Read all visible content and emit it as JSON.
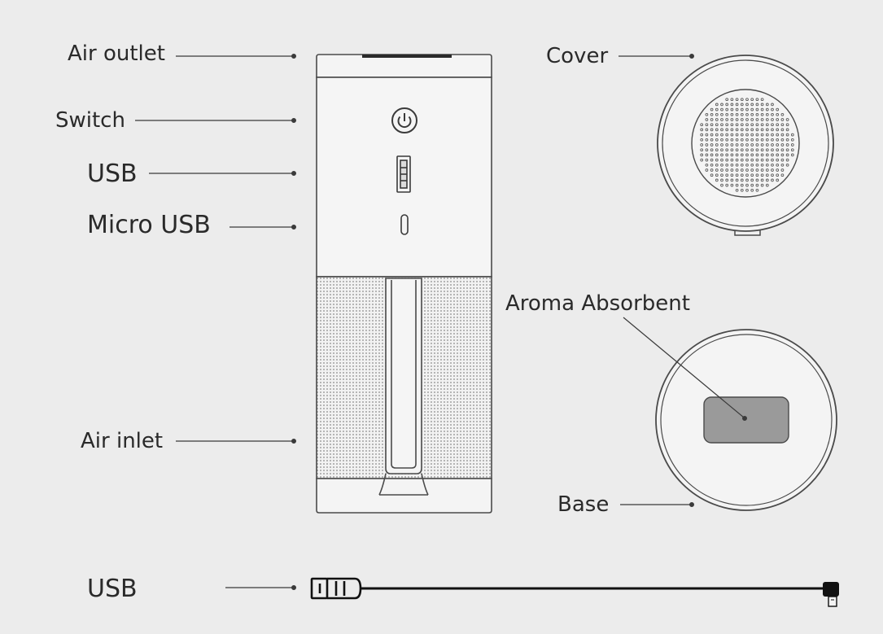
{
  "labels": {
    "air_outlet": "Air outlet",
    "switch": "Switch",
    "usb_port": "USB",
    "micro_usb": "Micro USB",
    "air_inlet": "Air inlet",
    "cover": "Cover",
    "aroma_absorbent": "Aroma Absorbent",
    "base": "Base",
    "usb_cable": "USB"
  },
  "colors": {
    "background": "#ececec",
    "line": "#3a3a3a",
    "absorbent_pad": "#9a9a9a",
    "cable": "#111111"
  }
}
